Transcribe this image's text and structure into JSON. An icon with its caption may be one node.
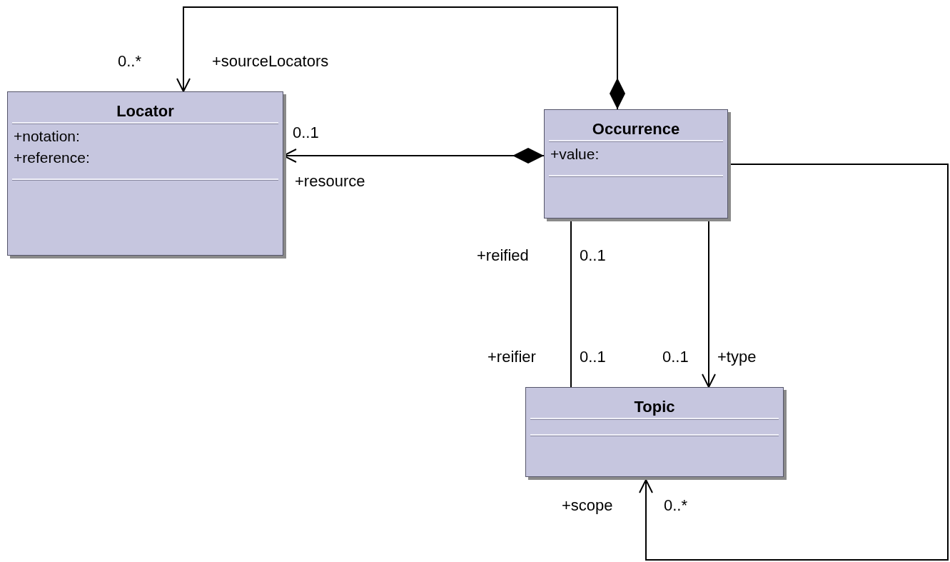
{
  "diagram": {
    "nodes": [
      {
        "text": [
          "Locator",
          "+notation:",
          "+reference:"
        ]
      },
      {
        "text": [
          "Occurrence",
          "+value:"
        ]
      },
      {
        "text": [
          "Topic"
        ]
      }
    ],
    "edges": [
      {
        "from": 1,
        "to": 0,
        "arrow": "to"
      },
      {
        "from": 1,
        "to": 0,
        "arrow": "to"
      },
      {
        "from": 1,
        "to": 2,
        "arrow": "none"
      },
      {
        "from": 1,
        "to": 2,
        "arrow": "to"
      },
      {
        "from": 1,
        "to": 2,
        "arrow": "to"
      }
    ],
    "labels": [
      "0..*",
      "+sourceLocators",
      "0..1",
      "+resource",
      "+reified",
      "0..1",
      "+reifier",
      "0..1",
      "0..1",
      "+type",
      "+scope",
      "0..*"
    ]
  }
}
